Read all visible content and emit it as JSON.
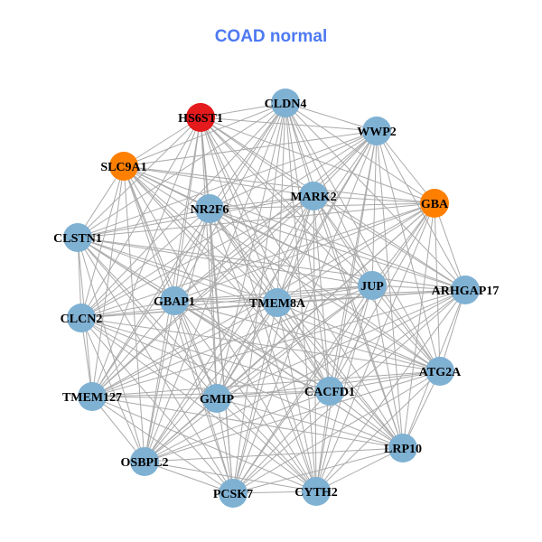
{
  "title": "COAD normal",
  "colors": {
    "default": "#7fb1d3",
    "red": "#e41a1c",
    "orange": "#ff7f00",
    "edge": "#aaaaaa",
    "title": "#4d79f2"
  },
  "nodes": [
    {
      "name": "HS6ST1",
      "color": "red"
    },
    {
      "name": "CLDN4",
      "color": "default"
    },
    {
      "name": "WWP2",
      "color": "default"
    },
    {
      "name": "SLC9A1",
      "color": "orange"
    },
    {
      "name": "GBA",
      "color": "orange"
    },
    {
      "name": "MARK2",
      "color": "default"
    },
    {
      "name": "NR2F6",
      "color": "default"
    },
    {
      "name": "CLSTN1",
      "color": "default"
    },
    {
      "name": "JUP",
      "color": "default"
    },
    {
      "name": "ARHGAP17",
      "color": "default"
    },
    {
      "name": "GBAP1",
      "color": "default"
    },
    {
      "name": "TMEM8A",
      "color": "default"
    },
    {
      "name": "CLCN2",
      "color": "default"
    },
    {
      "name": "ATG2A",
      "color": "default"
    },
    {
      "name": "CACFD1",
      "color": "default"
    },
    {
      "name": "TMEM127",
      "color": "default"
    },
    {
      "name": "GMIP",
      "color": "default"
    },
    {
      "name": "LRP10",
      "color": "default"
    },
    {
      "name": "OSBPL2",
      "color": "default"
    },
    {
      "name": "CYTH2",
      "color": "default"
    },
    {
      "name": "PCSK7",
      "color": "default"
    }
  ],
  "edges": "all-pairs"
}
